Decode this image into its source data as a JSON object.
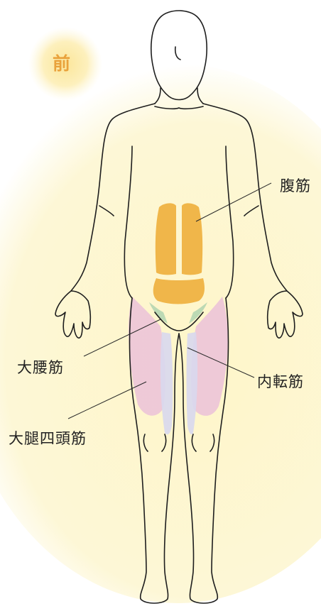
{
  "view_label": "前",
  "labels": {
    "abdominal": "腹筋",
    "psoas": "大腰筋",
    "adductor": "内転筋",
    "quadriceps": "大腿四頭筋"
  },
  "colors": {
    "background_glow": "#fdf7cf",
    "view_glow": "#fbe9a4",
    "view_label": "#e9a23c",
    "abdominal": "#f0b64a",
    "psoas": "#bcd9b4",
    "adductor": "#d6d6ec",
    "quadriceps": "#ecc4d8",
    "outline": "#1e1e1e"
  }
}
